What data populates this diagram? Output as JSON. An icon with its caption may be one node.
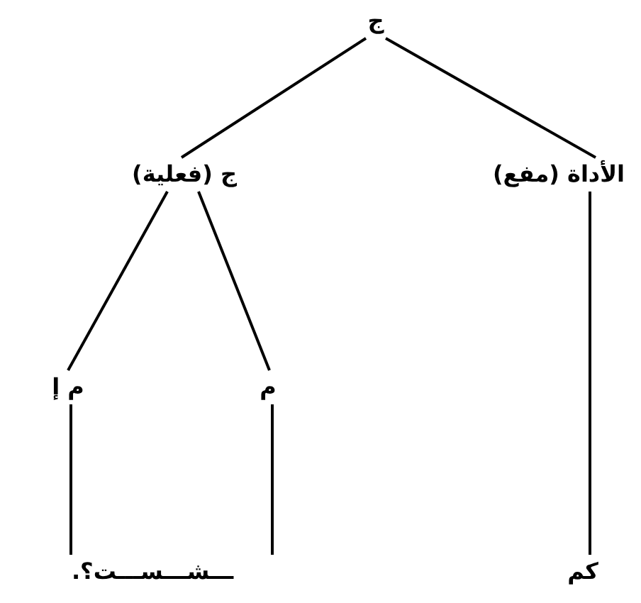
{
  "diagram": {
    "nodes": [
      {
        "text": [
          "ج"
        ]
      },
      {
        "text": [
          "ج (فعلية)"
        ]
      },
      {
        "text": [
          "الأداة (مفع)"
        ]
      },
      {
        "text": [
          "م إ"
        ]
      },
      {
        "text": [
          "م"
        ]
      },
      {
        "text": [
          "ـــشـــســـت؟."
        ]
      },
      {
        "text": [
          "كم"
        ]
      }
    ],
    "edges": [
      {
        "from": 0,
        "to": 1,
        "arrow": "none"
      },
      {
        "from": 0,
        "to": 2,
        "arrow": "none"
      },
      {
        "from": 1,
        "to": 3,
        "arrow": "none"
      },
      {
        "from": 1,
        "to": 4,
        "arrow": "none"
      },
      {
        "from": 3,
        "to": 5,
        "arrow": "none"
      },
      {
        "from": 4,
        "to": 5,
        "arrow": "none"
      },
      {
        "from": 2,
        "to": 6,
        "arrow": "none"
      }
    ]
  }
}
